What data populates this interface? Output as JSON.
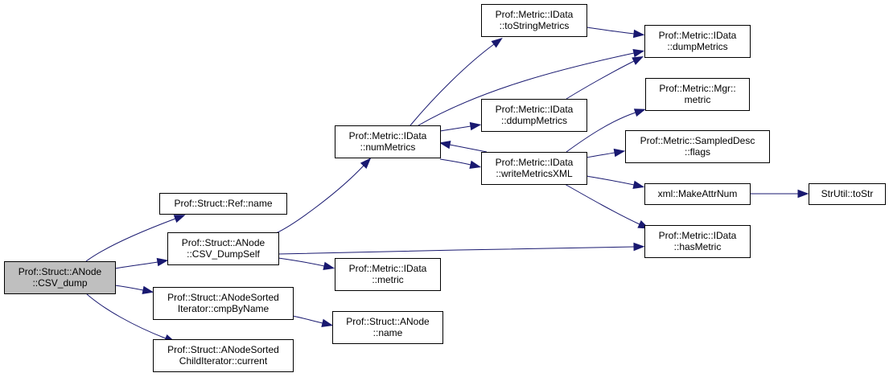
{
  "diagram": {
    "type": "call-graph",
    "colors": {
      "edge": "#191970",
      "root_fill": "#bfbfbf",
      "node_fill": "#ffffff",
      "border": "#000000"
    },
    "nodes": [
      {
        "id": "csv_dump",
        "lines": [
          "Prof::Struct::ANode",
          "::CSV_dump"
        ],
        "root": true
      },
      {
        "id": "ref_name",
        "lines": [
          "Prof::Struct::Ref::name"
        ]
      },
      {
        "id": "csv_dumpself",
        "lines": [
          "Prof::Struct::ANode",
          "::CSV_DumpSelf"
        ]
      },
      {
        "id": "cmpbyname",
        "lines": [
          "Prof::Struct::ANodeSorted",
          "Iterator::cmpByName"
        ]
      },
      {
        "id": "current",
        "lines": [
          "Prof::Struct::ANodeSorted",
          "ChildIterator::current"
        ]
      },
      {
        "id": "nummetrics",
        "lines": [
          "Prof::Metric::IData",
          "::numMetrics"
        ]
      },
      {
        "id": "idata_metric",
        "lines": [
          "Prof::Metric::IData",
          "::metric"
        ]
      },
      {
        "id": "anode_name",
        "lines": [
          "Prof::Struct::ANode",
          "::name"
        ]
      },
      {
        "id": "tostringmetrics",
        "lines": [
          "Prof::Metric::IData",
          "::toStringMetrics"
        ]
      },
      {
        "id": "ddumpmetrics",
        "lines": [
          "Prof::Metric::IData",
          "::ddumpMetrics"
        ]
      },
      {
        "id": "writemetricsxml",
        "lines": [
          "Prof::Metric::IData",
          "::writeMetricsXML"
        ]
      },
      {
        "id": "dumpmetrics",
        "lines": [
          "Prof::Metric::IData",
          "::dumpMetrics"
        ]
      },
      {
        "id": "mgr_metric",
        "lines": [
          "Prof::Metric::Mgr::",
          "metric"
        ]
      },
      {
        "id": "flags",
        "lines": [
          "Prof::Metric::SampledDesc",
          "::flags"
        ]
      },
      {
        "id": "makeattrnum",
        "lines": [
          "xml::MakeAttrNum"
        ]
      },
      {
        "id": "hasmetric",
        "lines": [
          "Prof::Metric::IData",
          "::hasMetric"
        ]
      },
      {
        "id": "tostr",
        "lines": [
          "StrUtil::toStr"
        ]
      }
    ],
    "edges": [
      {
        "from": "csv_dump",
        "to": "ref_name"
      },
      {
        "from": "csv_dump",
        "to": "csv_dumpself"
      },
      {
        "from": "csv_dump",
        "to": "cmpbyname"
      },
      {
        "from": "csv_dump",
        "to": "current"
      },
      {
        "from": "csv_dumpself",
        "to": "nummetrics"
      },
      {
        "from": "csv_dumpself",
        "to": "idata_metric"
      },
      {
        "from": "csv_dumpself",
        "to": "hasmetric"
      },
      {
        "from": "cmpbyname",
        "to": "anode_name"
      },
      {
        "from": "nummetrics",
        "to": "tostringmetrics"
      },
      {
        "from": "nummetrics",
        "to": "dumpmetrics"
      },
      {
        "from": "nummetrics",
        "to": "ddumpmetrics"
      },
      {
        "from": "nummetrics",
        "to": "writemetricsxml"
      },
      {
        "from": "writemetricsxml",
        "to": "nummetrics"
      },
      {
        "from": "tostringmetrics",
        "to": "dumpmetrics"
      },
      {
        "from": "ddumpmetrics",
        "to": "dumpmetrics"
      },
      {
        "from": "writemetricsxml",
        "to": "mgr_metric"
      },
      {
        "from": "writemetricsxml",
        "to": "flags"
      },
      {
        "from": "writemetricsxml",
        "to": "makeattrnum"
      },
      {
        "from": "writemetricsxml",
        "to": "hasmetric"
      },
      {
        "from": "makeattrnum",
        "to": "tostr"
      }
    ]
  }
}
